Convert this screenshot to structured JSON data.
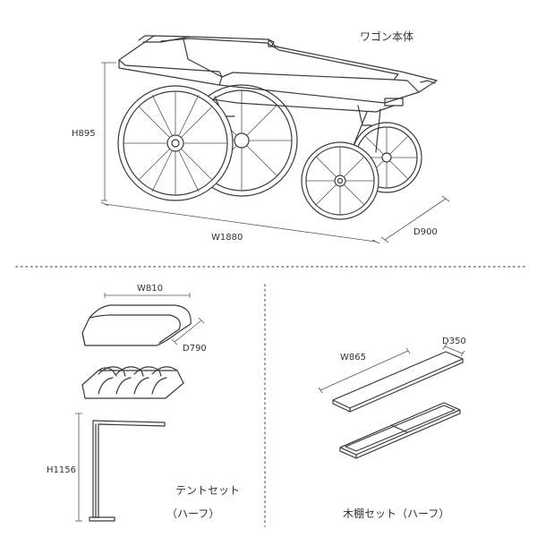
{
  "wagon": {
    "title": "ワゴン本体",
    "height": "H895",
    "width": "W1880",
    "depth": "D900"
  },
  "tent_set": {
    "width": "W810",
    "depth": "D790",
    "height": "H1156",
    "title": "テントセット",
    "subtitle": "（ハーフ）"
  },
  "shelf_set": {
    "width": "W865",
    "depth": "D350",
    "title": "木棚セット（ハーフ）"
  }
}
